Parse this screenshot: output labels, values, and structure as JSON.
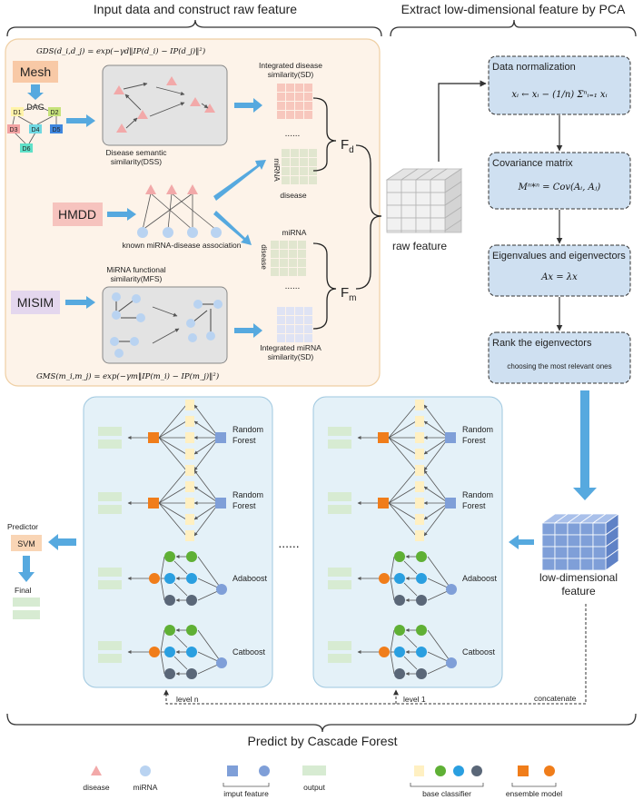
{
  "headers": {
    "input": "Input data and construct raw feature",
    "pca": "Extract low-dimensional feature by PCA",
    "cascade": "Predict by Cascade Forest"
  },
  "input_panel": {
    "gds_formula": "GDS(d_i,d_j) = exp(−γd‖IP(d_i) − IP(d_j)‖²)",
    "gms_formula": "GMS(m_i,m_j) = exp(−γm‖IP(m_i) − IP(m_j)‖²)",
    "mesh": "Mesh",
    "dag": "DAG",
    "dag_nodes": [
      "D1",
      "D2",
      "D3",
      "D4",
      "D5",
      "D6"
    ],
    "dss_label_1": "Disease semantic",
    "dss_label_2": "similarity(DSS)",
    "sd_label_1": "Integrated disease",
    "sd_label_2": "similarity(SD)",
    "ellipsis": "......",
    "mirna_vertical": "miRNA",
    "disease_label": "disease",
    "fd": "F",
    "fd_sub": "d",
    "hmdd": "HMDD",
    "assoc_label": "known miRNA-disease association",
    "mirna_label": "miRNA",
    "disease_vertical": "disease",
    "fm": "F",
    "fm_sub": "m",
    "mfs_label_1": "MiRNA functional",
    "mfs_label_2": "similarity(MFS)",
    "misim": "MISIM",
    "ims_label_1": "Integrated miRNA",
    "ims_label_2": "similarity(SD)"
  },
  "raw_feature": "raw feature",
  "pca_steps": [
    {
      "title": "Data normalization",
      "formula": "xᵢ ← xᵢ − (1/n) Σⁿᵢ₌₁ xᵢ"
    },
    {
      "title": "Covariance matrix",
      "formula": "Mⁿ*ⁿ = Cov(Aᵢ, Aⱼ)"
    },
    {
      "title": "Eigenvalues and eigenvectors",
      "formula": "Ax = λx"
    },
    {
      "title": "Rank the eigenvectors",
      "formula": "choosing the most relevant ones"
    }
  ],
  "low_dim_1": "low-dimensional",
  "low_dim_2": "feature",
  "cascade": {
    "models": [
      "Random\nForest",
      "Random\nForest",
      "Adaboost",
      "Catboost"
    ],
    "rf_1": "Random",
    "rf_2": "Forest",
    "adaboost": "Adaboost",
    "catboost": "Catboost",
    "dots": "......",
    "level_n": "level n",
    "level_1": "level 1",
    "concatenate": "concatenate",
    "predictor": "Predictor",
    "svm": "SVM",
    "final": "Final"
  },
  "legend": {
    "disease": "disease",
    "mirna": "miRNA",
    "input_feature": "imput feature",
    "output": "output",
    "base_classifier": "base classifier",
    "ensemble_model": "ensemble model"
  },
  "colors": {
    "panel_bg": "#fdf3e9",
    "pca_box": "#cfe0f1",
    "level_bg": "#e4f1f8",
    "arrow": "#56a9df",
    "green_out": "#d7ebd2",
    "orange": "#f07d1a",
    "node_green": "#5fb035",
    "node_blue": "#2a9fe0",
    "node_dark": "#5a6778",
    "input_blue": "#7f9fd8",
    "mirna_node": "#b9d3f1",
    "disease_tri": "#f5aaaa"
  }
}
